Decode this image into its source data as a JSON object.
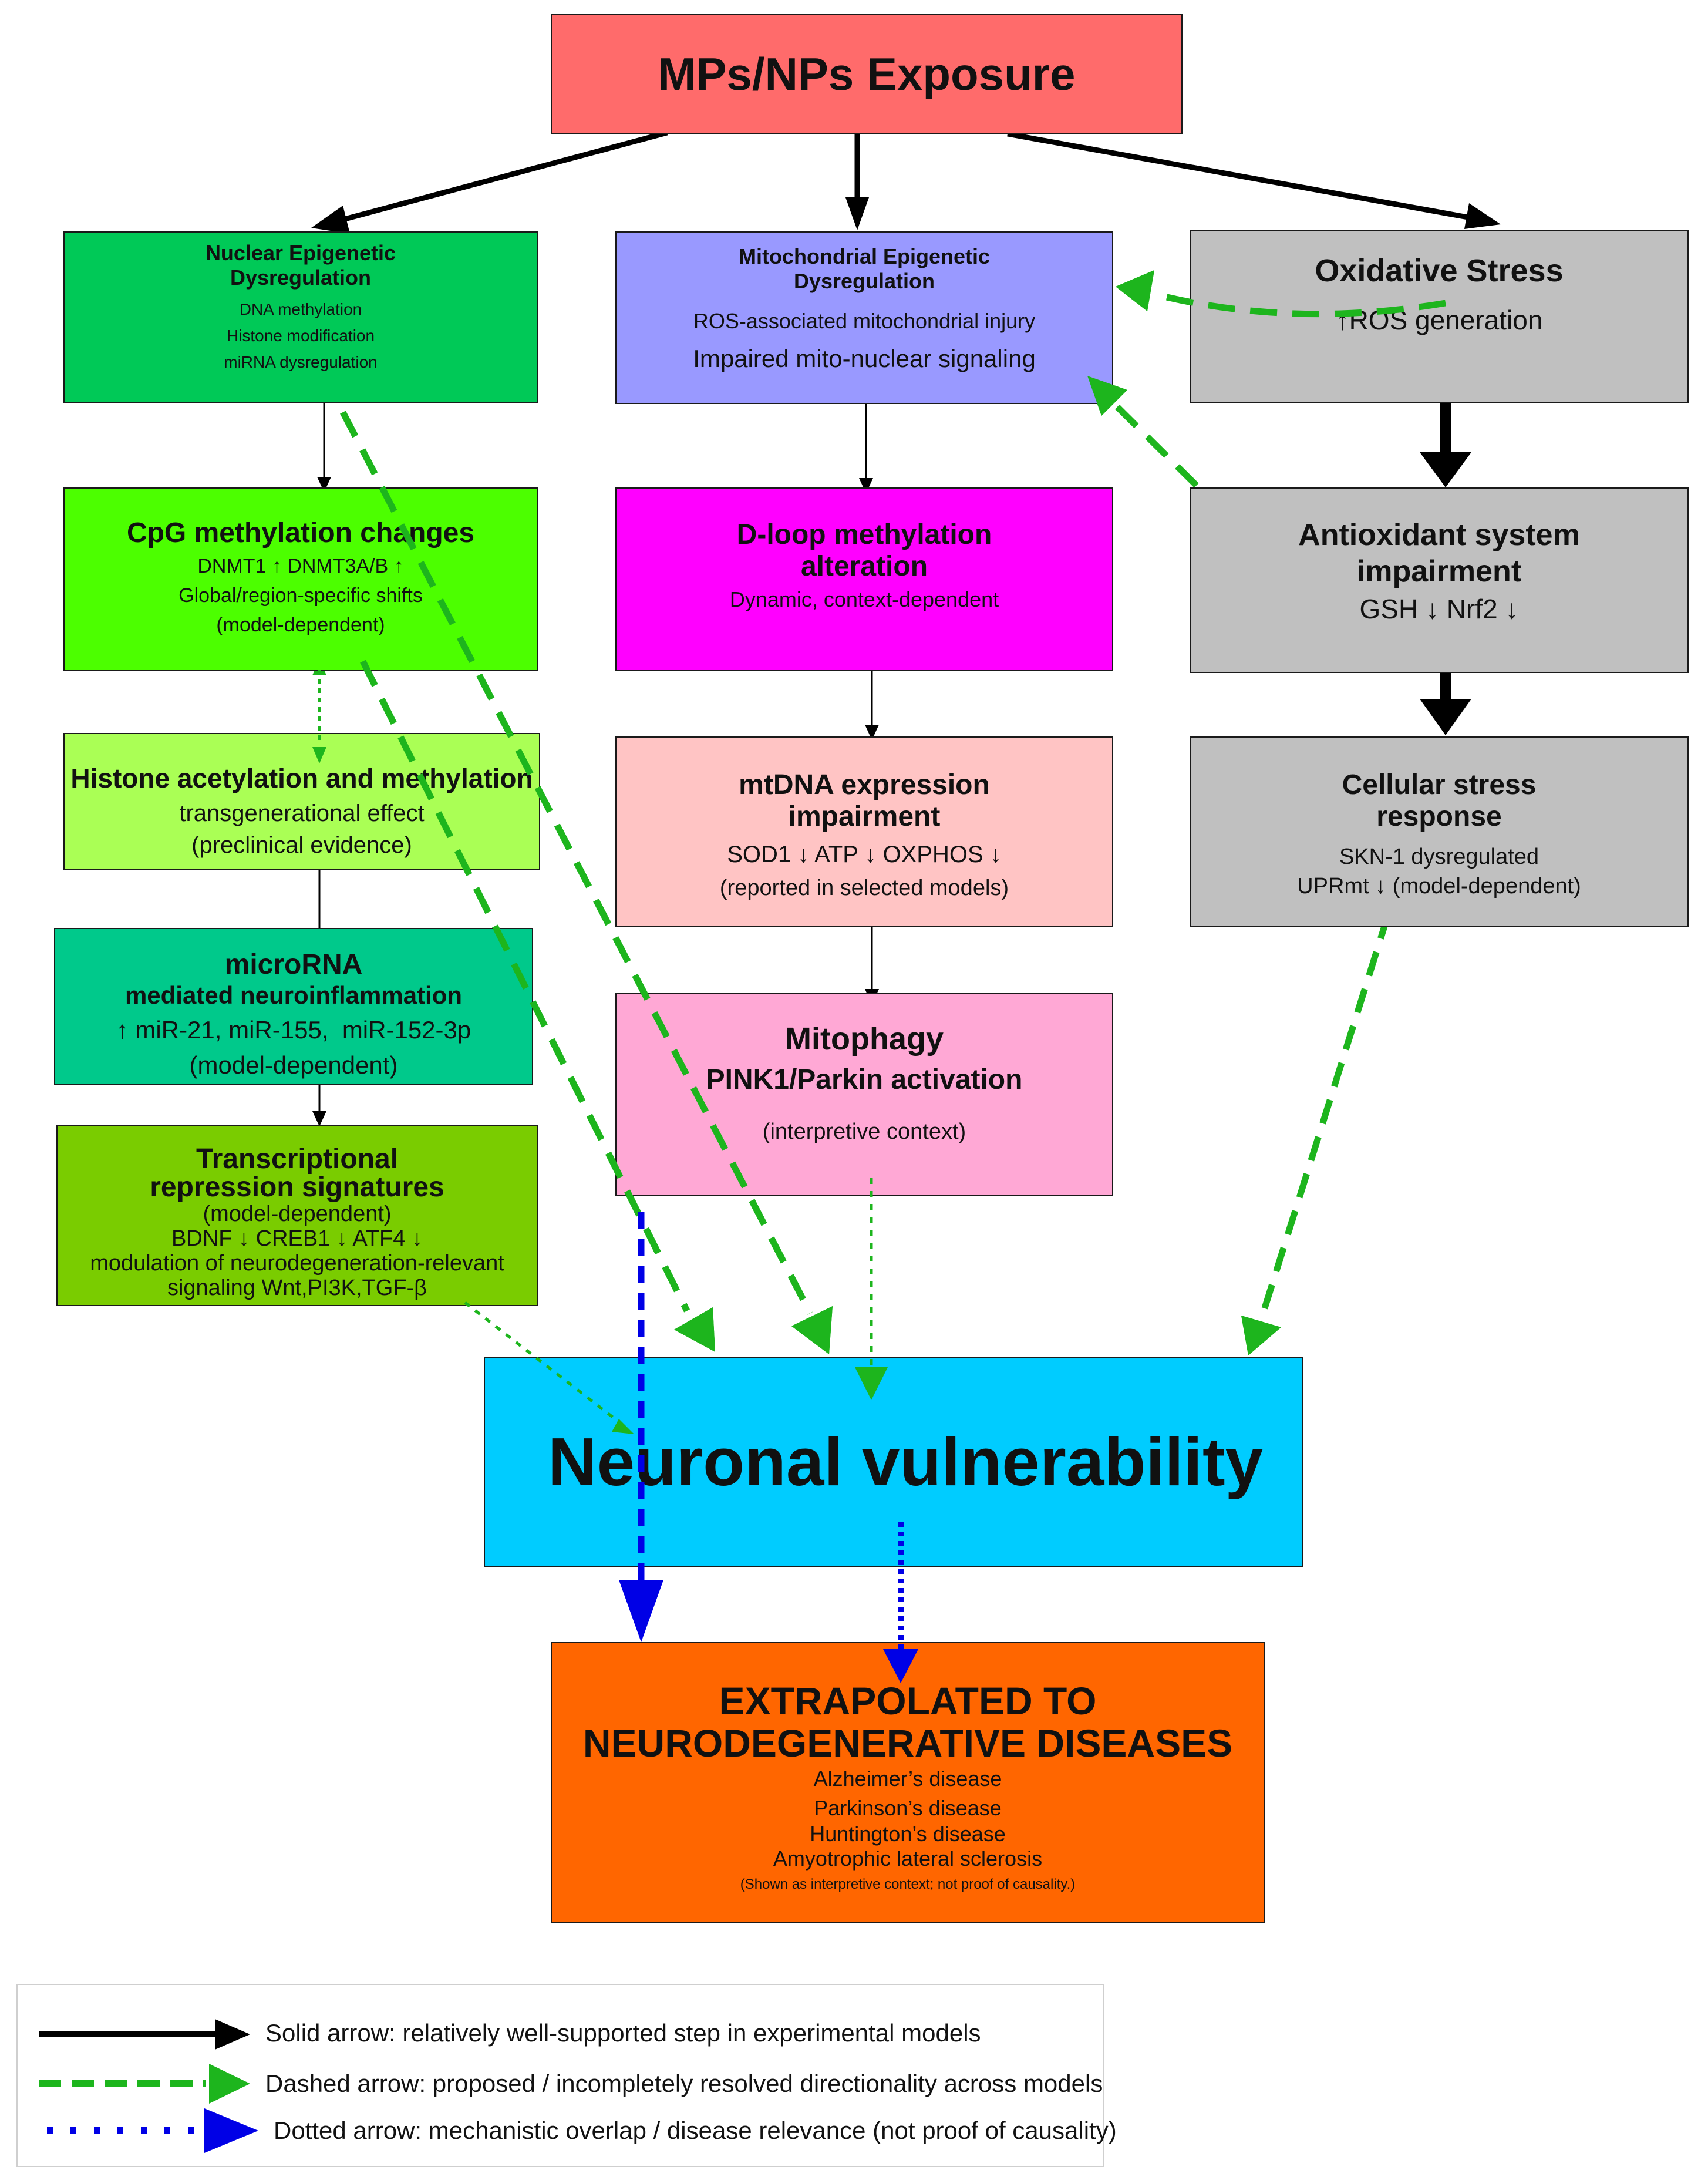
{
  "colors": {
    "exposure": "#ff6b6b",
    "nuclear": "#00c957",
    "mito": "#9999ff",
    "oxidative": "#c0c0c0",
    "cpg": "#4cff00",
    "dloop": "#ff00ff",
    "histone": "#aaff55",
    "mtdna": "#ffc4c4",
    "mirna": "#00c98b",
    "mitophagy": "#ffa8d5",
    "transcription": "#7acc00",
    "neuronal": "#00ccff",
    "extrapolated": "#ff6600",
    "solid": "#000000",
    "dashed": "#1db51d",
    "dotted": "#0000e6"
  },
  "exposure": {
    "title": "MPs/NPs Exposure"
  },
  "nuclear": {
    "title1": "Nuclear Epigenetic",
    "title2": "Dysregulation",
    "items": [
      "DNA methylation",
      "Histone modification",
      "miRNA dysregulation"
    ]
  },
  "mito": {
    "title1": "Mitochondrial Epigenetic",
    "title2": "Dysregulation",
    "line1": "ROS-associated mitochondrial injury",
    "line2": "Impaired mito-nuclear signaling"
  },
  "oxidative": {
    "title": "Oxidative Stress",
    "line1": "↑ROS generation"
  },
  "cpg": {
    "title": "CpG methylation changes",
    "line1": "DNMT1 ↑ DNMT3A/B ↑",
    "line2": "Global/region-specific shifts",
    "line3": "(model-dependent)"
  },
  "dloop": {
    "title1": "D-loop methylation",
    "title2": "alteration",
    "line1": "Dynamic, context-dependent"
  },
  "antioxidant": {
    "title1": "Antioxidant system",
    "title2": "impairment",
    "line1": "GSH ↓ Nrf2 ↓"
  },
  "histone": {
    "title": "Histone acetylation and methylation",
    "line1": "transgenerational effect",
    "line2": "(preclinical evidence)"
  },
  "mtdna": {
    "title1": "mtDNA expression",
    "title2": "impairment",
    "line1": "SOD1 ↓ ATP ↓ OXPHOS ↓",
    "line2": "(reported in selected models)"
  },
  "cellular": {
    "title1": "Cellular stress",
    "title2": "response",
    "line1": "SKN-1 dysregulated",
    "line2": "UPRmt ↓ (model-dependent)"
  },
  "mirna": {
    "title1": "microRNA",
    "title2": "mediated neuroinflammation",
    "line1": "↑ miR-21, miR-155,  miR-152-3p",
    "line2": "(model-dependent)"
  },
  "mitophagy": {
    "title1": "Mitophagy",
    "title2": "PINK1/Parkin activation",
    "line1": "(interpretive context)"
  },
  "transcription": {
    "title1": "Transcriptional",
    "title2": "repression signatures",
    "line1": "(model-dependent)",
    "line2": "BDNF ↓ CREB1 ↓ ATF4 ↓",
    "line3": "modulation of neurodegeneration-relevant",
    "line4": "signaling Wnt,PI3K,TGF-β"
  },
  "neuronal": {
    "title": "Neuronal vulnerability"
  },
  "extrapolated": {
    "title1": "EXTRAPOLATED TO",
    "title2": "NEURODEGENERATIVE DISEASES",
    "diseases": [
      "Alzheimer’s disease",
      "Parkinson’s disease",
      "Huntington’s disease",
      "Amyotrophic lateral sclerosis"
    ],
    "note": "(Shown as interpretive context; not proof of causality.)"
  },
  "legend": {
    "solid": "Solid arrow: relatively well-supported step in experimental models",
    "dashed": "Dashed arrow: proposed / incompletely resolved directionality across models",
    "dotted": "Dotted arrow: mechanistic overlap / disease relevance (not proof of causality)"
  }
}
